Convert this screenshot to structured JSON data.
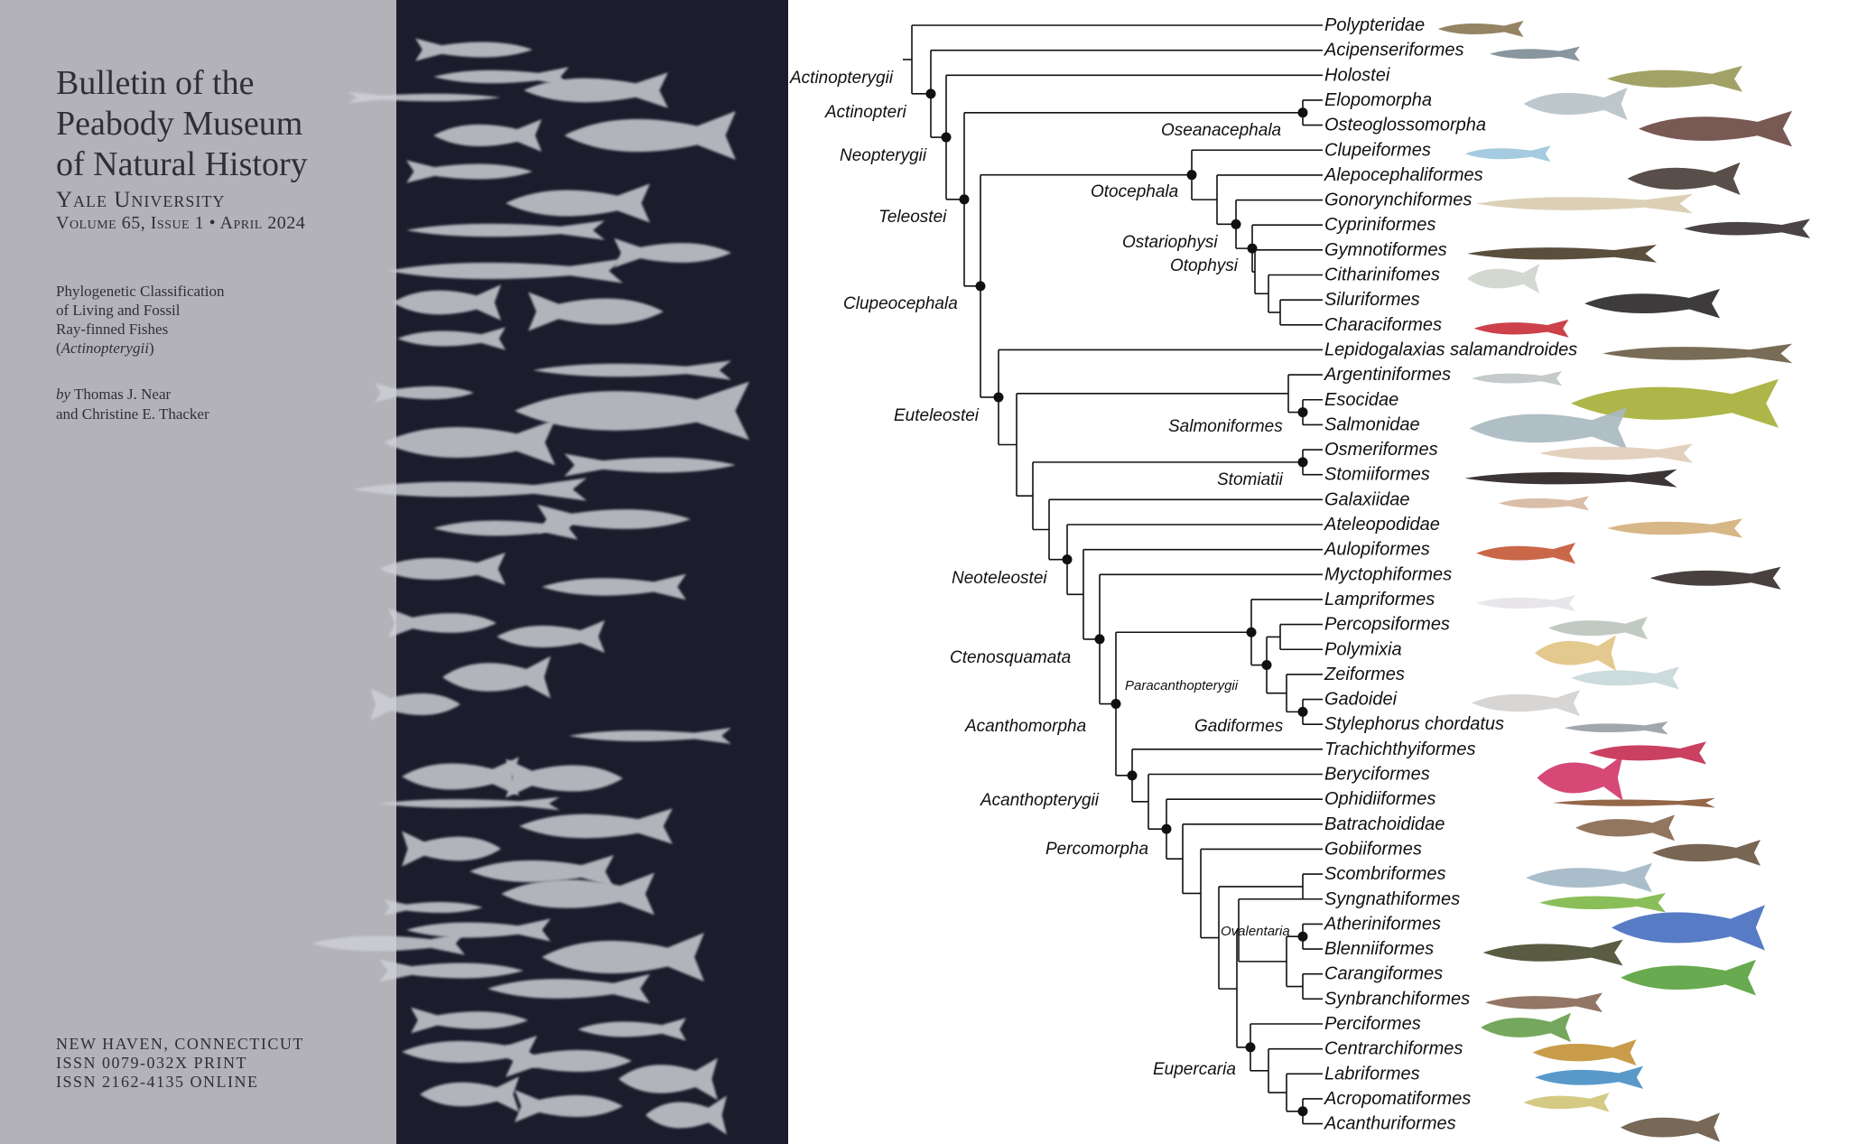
{
  "cover": {
    "title_lines": [
      "Bulletin of the",
      "Peabody Museum",
      "of Natural History"
    ],
    "institution": "Yale University",
    "volume": "Volume 65, Issue 1 • April 2024",
    "article_lines": [
      "Phylogenetic Classification",
      "of Living and Fossil",
      "Ray-finned Fishes"
    ],
    "article_taxon": "Actinopterygii",
    "by_word": "by",
    "author1": "Thomas J. Near",
    "author2": "and Christine E. Thacker",
    "place": "NEW HAVEN, CONNECTICUT",
    "issn_print": "ISSN 0079-032X PRINT",
    "issn_online": "ISSN 2162-4135 ONLINE"
  },
  "tree": {
    "tips": [
      "Polypteridae",
      "Acipenseriformes",
      "Holostei",
      "Elopomorpha",
      "Osteoglossomorpha",
      "Clupeiformes",
      "Alepocephaliformes",
      "Gonorynchiformes",
      "Cypriniformes",
      "Gymnotiformes",
      "Citharinifomes",
      "Siluriformes",
      "Characiformes",
      "Lepidogalaxias salamandroides",
      "Argentiniformes",
      "Esocidae",
      "Salmonidae",
      "Osmeriformes",
      "Stomiiformes",
      "Galaxiidae",
      "Ateleopodidae",
      "Aulopiformes",
      "Myctophiformes",
      "Lampriformes",
      "Percopsiformes",
      "Polymixia",
      "Zeiformes",
      "Gadoidei",
      "Stylephorus chordatus",
      "Trachichthyiformes",
      "Beryciformes",
      "Ophidiiformes",
      "Batrachoididae",
      "Gobiiformes",
      "Scombriformes",
      "Syngnathiformes",
      "Atheriniformes",
      "Blenniiformes",
      "Carangiformes",
      "Synbranchiformes",
      "Perciformes",
      "Centrarchiformes",
      "Labriformes",
      "Acropomatiformes",
      "Acanthuriformes"
    ],
    "clades": {
      "actinopterygii": "Actinopterygii",
      "actinopteri": "Actinopteri",
      "neopterygii": "Neopterygii",
      "teleostei": "Teleostei",
      "oseanacephala": "Oseanacephala",
      "otocephala": "Otocephala",
      "ostariophysi": "Ostariophysi",
      "otophysi": "Otophysi",
      "clupeocephala": "Clupeocephala",
      "euteleostei": "Euteleostei",
      "salmoniformes": "Salmoniformes",
      "stomiatii": "Stomiatii",
      "neoteleostei": "Neoteleostei",
      "ctenosquamata": "Ctenosquamata",
      "paracanthopterygii": "Paracanthopterygii",
      "gadiformes": "Gadiformes",
      "acanthomorpha": "Acanthomorpha",
      "acanthopterygii": "Acanthopterygii",
      "percomorpha": "Percomorpha",
      "ovalentaria": "Ovalentaria",
      "eupercaria": "Eupercaria"
    }
  },
  "colors": {
    "sidebar_gray": "#b2b2b8",
    "cover_dark": "#1b1c2c",
    "text_dark": "#2f2f39",
    "line": "#111111"
  }
}
